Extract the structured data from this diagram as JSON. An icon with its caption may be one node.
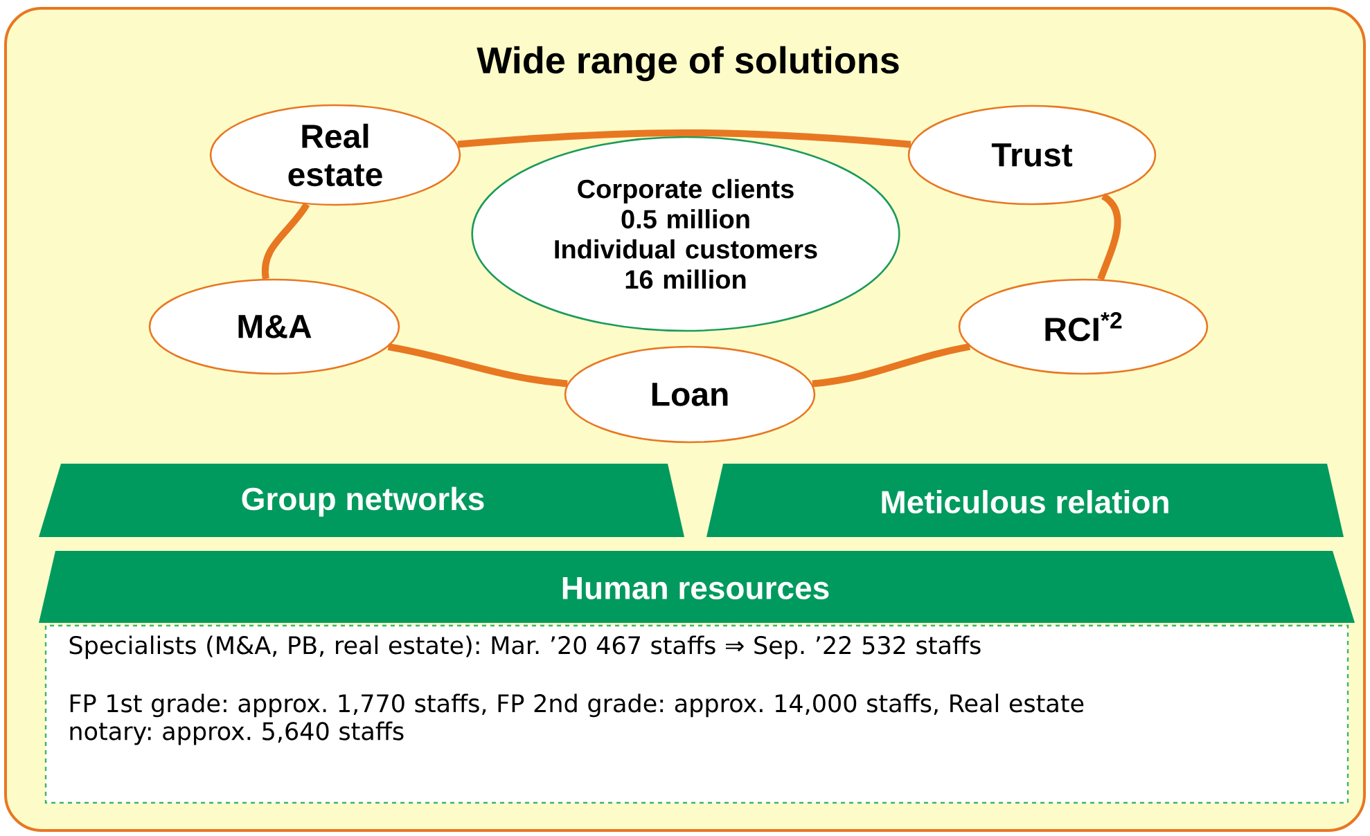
{
  "diagram": {
    "nodes": [
      {
        "text": [
          "Wide range of solutions"
        ]
      },
      {
        "text": [
          "Real estate"
        ],
        "in": 0
      },
      {
        "text": [
          "Trust"
        ],
        "in": 0
      },
      {
        "text": [
          "Corporate clients 0.5 million",
          "Individual customers 16 million"
        ],
        "in": 0
      },
      {
        "text": [
          "M&A"
        ],
        "in": 0
      },
      {
        "text": [
          "RCI$^{*2}$"
        ],
        "in": 0
      },
      {
        "text": [
          "Loan"
        ],
        "in": 0
      },
      {
        "text": [
          "Group networks"
        ],
        "in": 0
      },
      {
        "text": [
          "Meticulous relation"
        ],
        "in": 0
      },
      {
        "text": [
          "Human resources"
        ],
        "in": 0
      },
      {
        "text": [
          "Specialists (M&A, PB, real estate): Mar. ’20 467 staffs ⇒ Sep. ’22 532 staffs",
          "FP 1st grade: approx. 1,770 staffs, FP 2nd grade: approx. 14,000 staffs, Real estate notary: approx. 5,640 staffs"
        ],
        "in": 0
      }
    ],
    "edges": [
      {
        "from": 1,
        "to": 2,
        "arrow": "none"
      },
      {
        "from": 2,
        "to": 5,
        "arrow": "none"
      },
      {
        "from": 5,
        "to": 6,
        "arrow": "none"
      },
      {
        "from": 6,
        "to": 4,
        "arrow": "none"
      },
      {
        "from": 4,
        "to": 1,
        "arrow": "none"
      }
    ]
  }
}
